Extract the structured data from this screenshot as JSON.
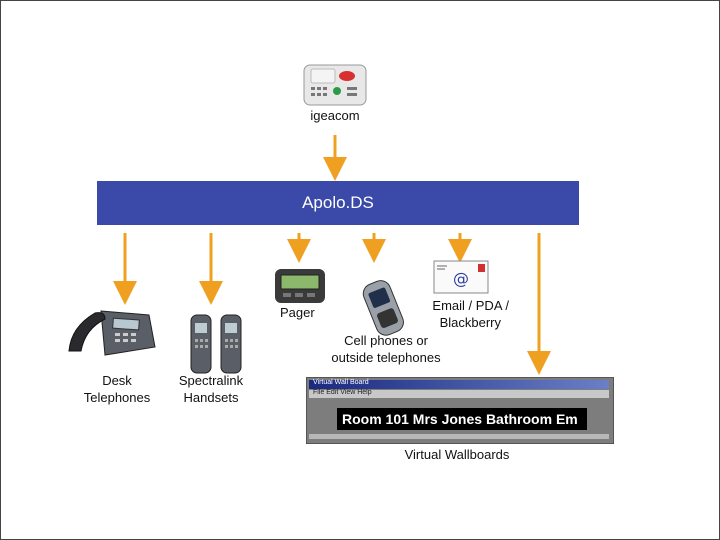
{
  "top_device": {
    "label": "igeacom"
  },
  "central": {
    "title": "Apolo.DS"
  },
  "endpoints": {
    "desk": {
      "label_line1": "Desk",
      "label_line2": "Telephones"
    },
    "spectralink": {
      "label_line1": "Spectralink",
      "label_line2": "Handsets"
    },
    "pager": {
      "label": "Pager"
    },
    "email": {
      "label_line1": "Email / PDA /",
      "label_line2": "Blackberry"
    },
    "cell": {
      "label_line1": "Cell phones or",
      "label_line2": "outside telephones"
    },
    "wallboard": {
      "label": "Virtual Wallboards",
      "window_title": "Virtual Wall Board",
      "menu": "File  Edit  View  Help",
      "message": "Room 101 Mrs Jones Bathroom Em"
    }
  },
  "colors": {
    "bar": "#3b49a8",
    "arrow": "#f0a020"
  }
}
